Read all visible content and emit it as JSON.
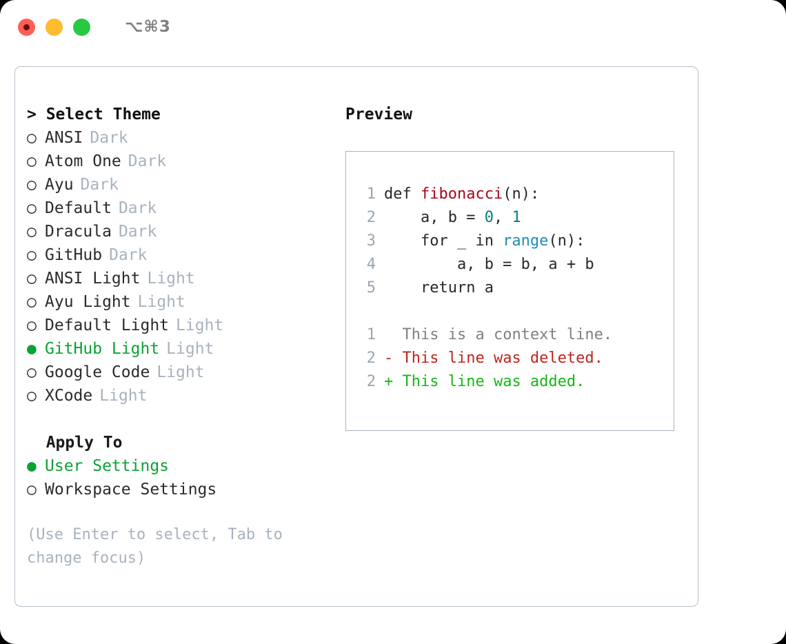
{
  "titlebar": {
    "shortcut": "⌥⌘3",
    "buttons": [
      {
        "name": "close",
        "color": "#fe5f57"
      },
      {
        "name": "minimize",
        "color": "#febc2e"
      },
      {
        "name": "zoom",
        "color": "#28c840"
      }
    ]
  },
  "theme_list": {
    "header": "> Select Theme",
    "items": [
      {
        "bullet": "○",
        "label": "ANSI",
        "suffix": "Dark",
        "selected": false
      },
      {
        "bullet": "○",
        "label": "Atom One",
        "suffix": "Dark",
        "selected": false
      },
      {
        "bullet": "○",
        "label": "Ayu",
        "suffix": "Dark",
        "selected": false
      },
      {
        "bullet": "○",
        "label": "Default",
        "suffix": "Dark",
        "selected": false
      },
      {
        "bullet": "○",
        "label": "Dracula",
        "suffix": "Dark",
        "selected": false
      },
      {
        "bullet": "○",
        "label": "GitHub",
        "suffix": "Dark",
        "selected": false
      },
      {
        "bullet": "○",
        "label": "ANSI Light",
        "suffix": "Light",
        "selected": false
      },
      {
        "bullet": "○",
        "label": "Ayu Light",
        "suffix": "Light",
        "selected": false
      },
      {
        "bullet": "○",
        "label": "Default Light",
        "suffix": "Light",
        "selected": false
      },
      {
        "bullet": "●",
        "label": "GitHub Light",
        "suffix": "Light",
        "selected": true
      },
      {
        "bullet": "○",
        "label": "Google Code",
        "suffix": "Light",
        "selected": false
      },
      {
        "bullet": "○",
        "label": "XCode",
        "suffix": "Light",
        "selected": false
      }
    ]
  },
  "apply_to": {
    "header": "  Apply To",
    "items": [
      {
        "bullet": "●",
        "label": "User Settings",
        "selected": true
      },
      {
        "bullet": "○",
        "label": "Workspace Settings",
        "selected": false
      }
    ]
  },
  "hint": "(Use Enter to select, Tab to change focus)",
  "preview": {
    "title": "Preview",
    "code_lines": [
      {
        "num": "1",
        "tokens": [
          {
            "t": "def ",
            "c": "kw"
          },
          {
            "t": "fibonacci",
            "c": "fn"
          },
          {
            "t": "(n):",
            "c": "plain"
          }
        ]
      },
      {
        "num": "2",
        "tokens": [
          {
            "t": "    a, b = ",
            "c": "plain"
          },
          {
            "t": "0",
            "c": "num"
          },
          {
            "t": ", ",
            "c": "plain"
          },
          {
            "t": "1",
            "c": "num"
          }
        ]
      },
      {
        "num": "3",
        "tokens": [
          {
            "t": "    for _ in ",
            "c": "plain"
          },
          {
            "t": "range",
            "c": "call"
          },
          {
            "t": "(n):",
            "c": "plain"
          }
        ]
      },
      {
        "num": "4",
        "tokens": [
          {
            "t": "        a, b = b, a + b",
            "c": "plain"
          }
        ]
      },
      {
        "num": "5",
        "tokens": [
          {
            "t": "    return a",
            "c": "plain"
          }
        ]
      }
    ],
    "diff_lines": [
      {
        "num": "1",
        "marker": "  ",
        "text": "This is a context line.",
        "kind": "ctx"
      },
      {
        "num": "2",
        "marker": "- ",
        "text": "This line was deleted.",
        "kind": "del"
      },
      {
        "num": "2",
        "marker": "+ ",
        "text": "This line was added.",
        "kind": "add"
      }
    ]
  },
  "colors": {
    "accent_green": "#0ca135",
    "muted": "#a8b2be",
    "panel_border": "#b7bfca",
    "preview_border": "#a8b2c0",
    "fn_red": "#a8071a",
    "num_teal": "#0a7d79",
    "call_blue": "#1a8fb5",
    "diff_del": "#c0241b",
    "diff_add": "#14b814",
    "line_number": "#9aa5b1"
  }
}
